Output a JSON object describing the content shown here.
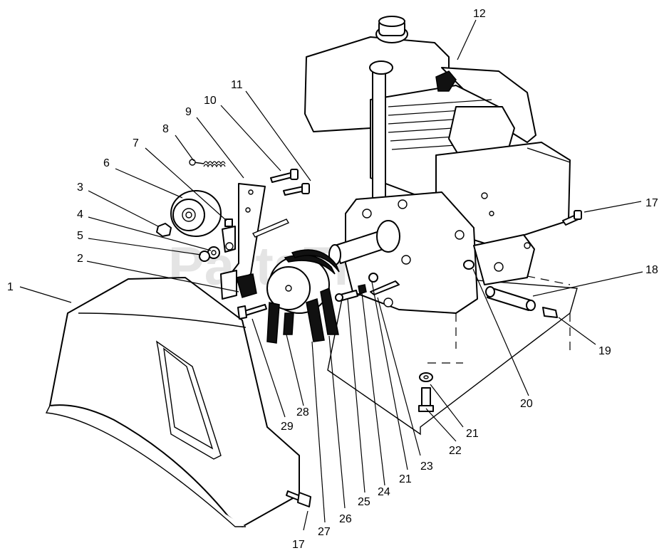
{
  "watermark": "PartsTree",
  "trademark": "TM",
  "callouts": [
    {
      "id": "c1",
      "label": "1"
    },
    {
      "id": "c2",
      "label": "2"
    },
    {
      "id": "c3",
      "label": "3"
    },
    {
      "id": "c4",
      "label": "4"
    },
    {
      "id": "c5",
      "label": "5"
    },
    {
      "id": "c6",
      "label": "6"
    },
    {
      "id": "c7",
      "label": "7"
    },
    {
      "id": "c8",
      "label": "8"
    },
    {
      "id": "c9",
      "label": "9"
    },
    {
      "id": "c10",
      "label": "10"
    },
    {
      "id": "c11",
      "label": "11"
    },
    {
      "id": "c12",
      "label": "12"
    },
    {
      "id": "c17a",
      "label": "17"
    },
    {
      "id": "c17b",
      "label": "17"
    },
    {
      "id": "c18",
      "label": "18"
    },
    {
      "id": "c19",
      "label": "19"
    },
    {
      "id": "c20",
      "label": "20"
    },
    {
      "id": "c21a",
      "label": "21"
    },
    {
      "id": "c21b",
      "label": "21"
    },
    {
      "id": "c22",
      "label": "22"
    },
    {
      "id": "c23",
      "label": "23"
    },
    {
      "id": "c24",
      "label": "24"
    },
    {
      "id": "c25",
      "label": "25"
    },
    {
      "id": "c26",
      "label": "26"
    },
    {
      "id": "c27",
      "label": "27"
    },
    {
      "id": "c28",
      "label": "28"
    },
    {
      "id": "c29",
      "label": "29"
    }
  ]
}
